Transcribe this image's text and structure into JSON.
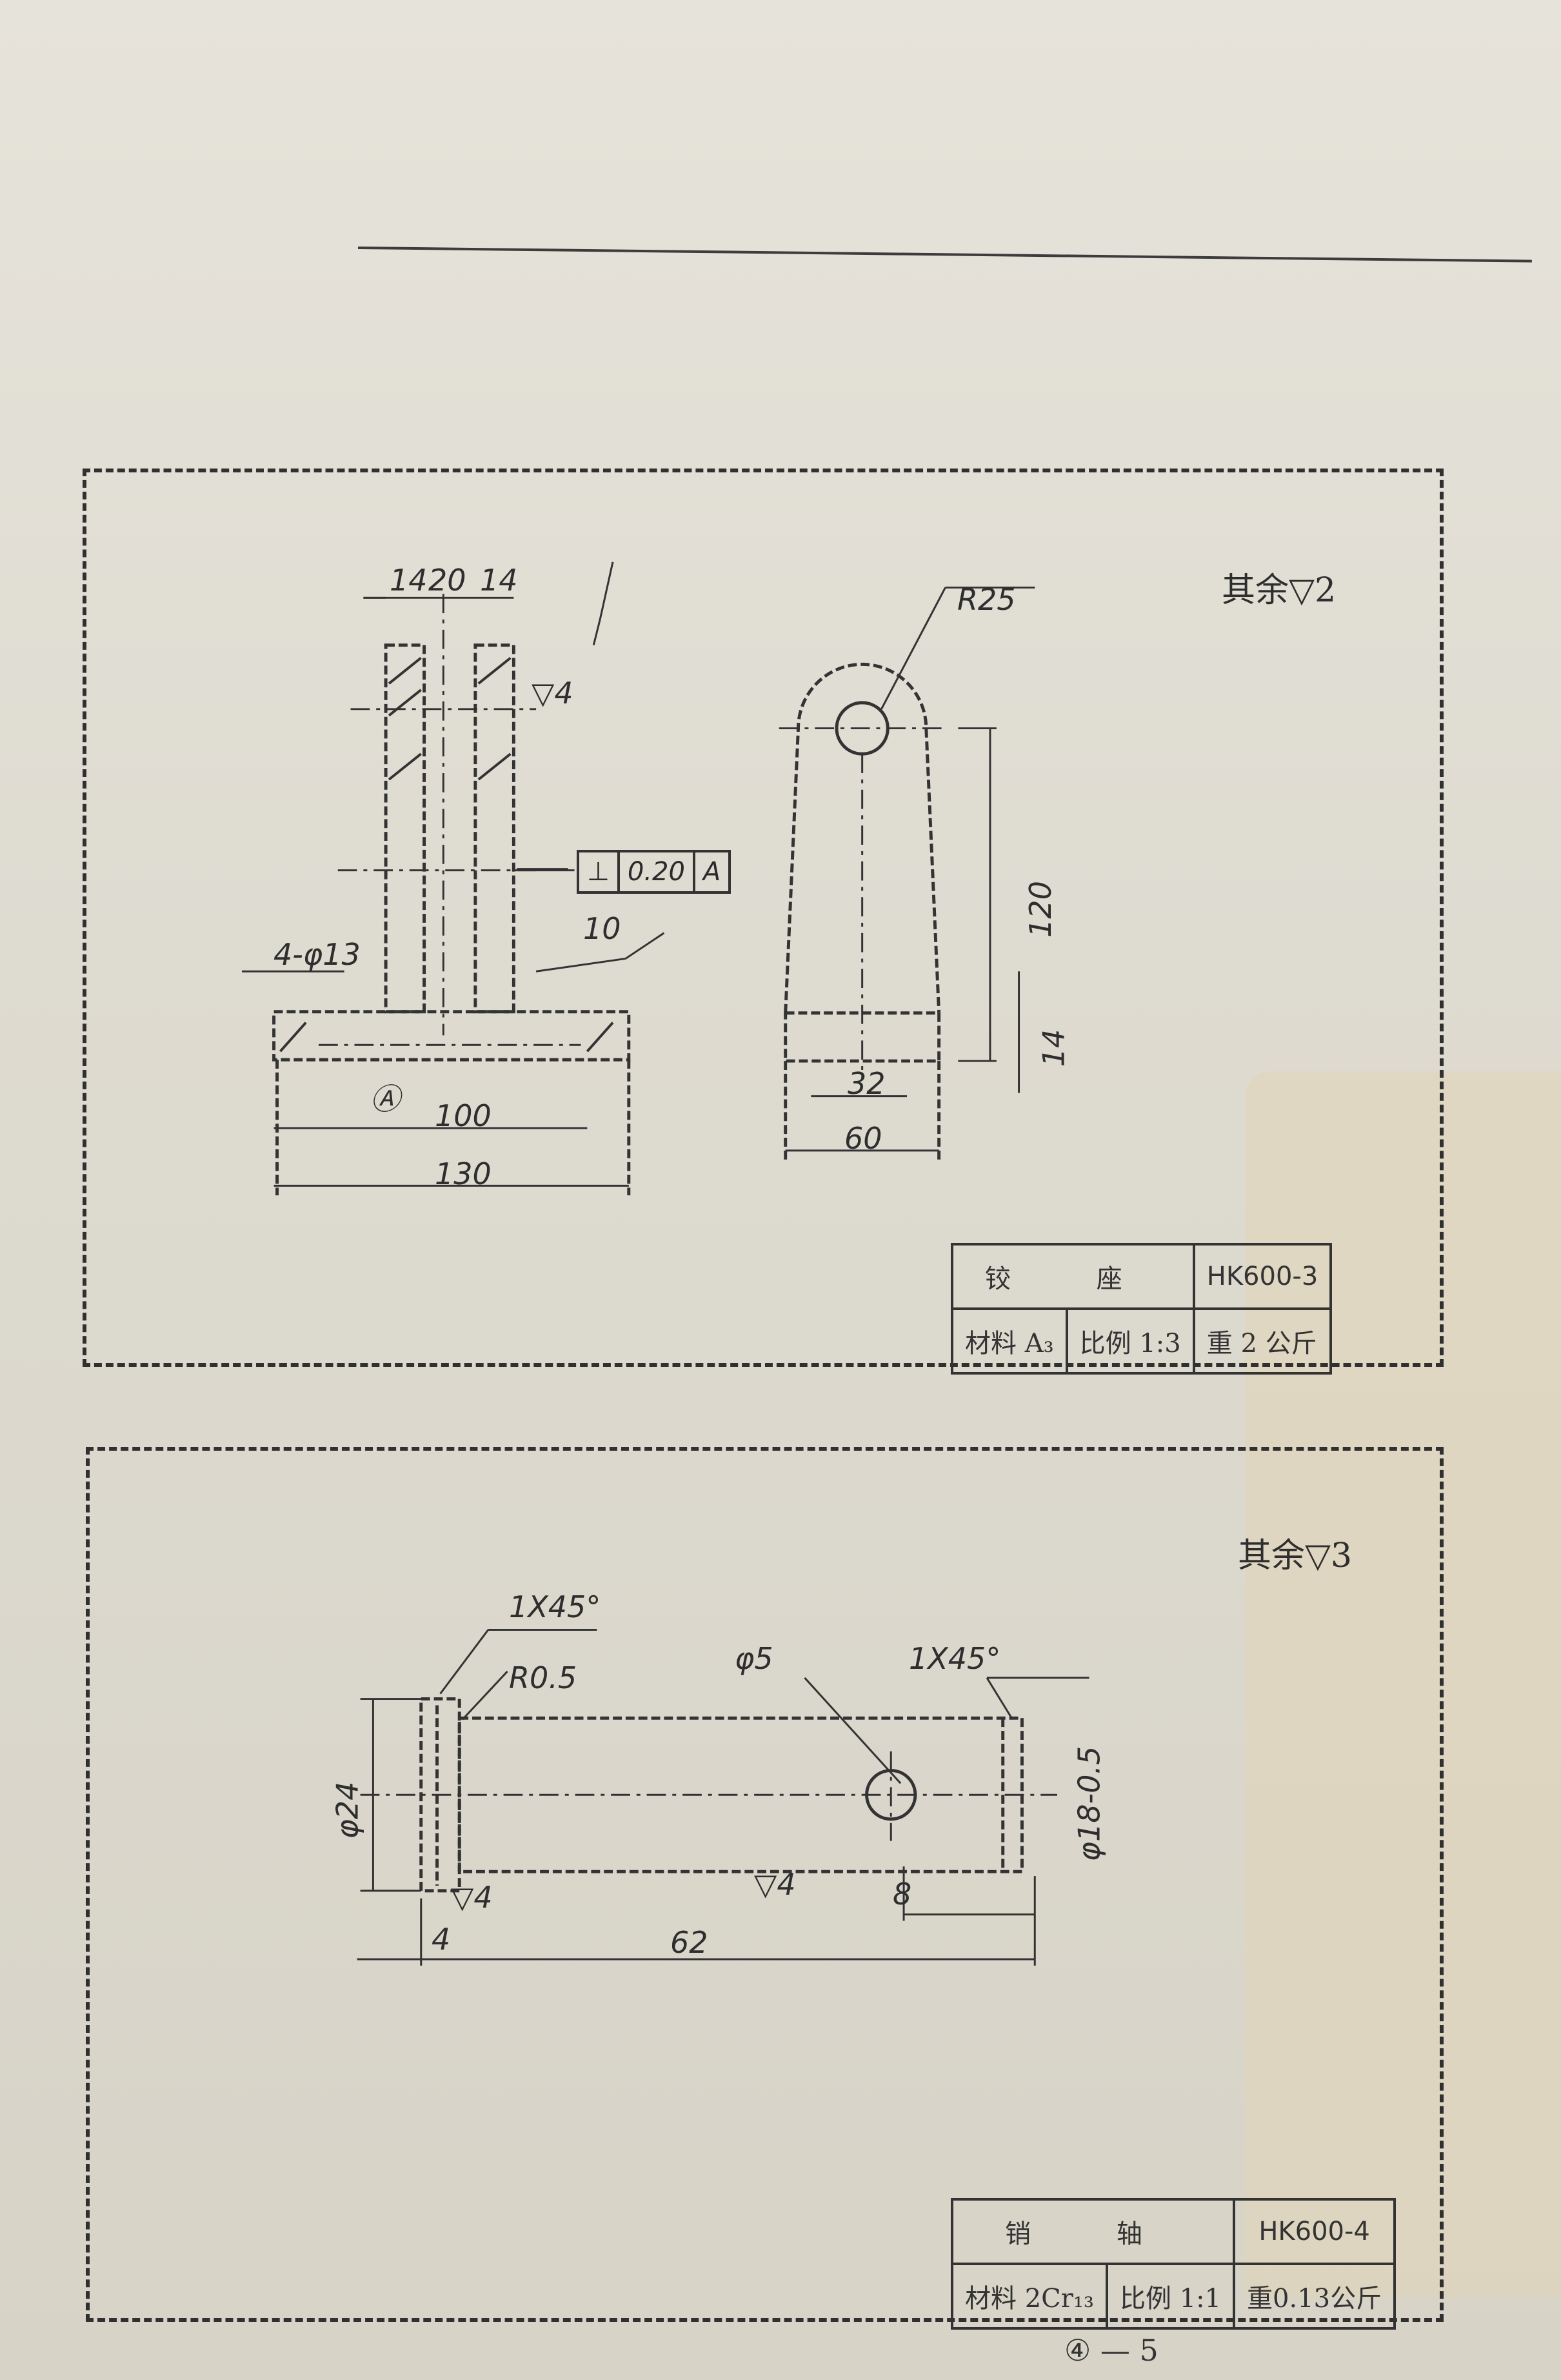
{
  "part1": {
    "surface_note": "其余▽2",
    "dims": {
      "flange_left": "14",
      "gap": "20",
      "flange_right": "14",
      "radius": "R25",
      "height": "120",
      "base_thickness": "14",
      "holes": "4-φ13",
      "datum": "Ⓐ",
      "hole_spacing": "100",
      "base_length": "130",
      "slot_width": "32",
      "width": "60",
      "roughness_a": "▽4",
      "roughness_b": "10"
    },
    "tolerance_frame": {
      "symbol": "⊥",
      "value": "0.20",
      "datum": "A"
    },
    "title_block": {
      "name": "铰 座",
      "code": "HK600-3",
      "material": "材料 A₃",
      "scale": "比例 1:3",
      "weight": "重 2 公斤"
    }
  },
  "part2": {
    "surface_note": "其余▽3",
    "dims": {
      "chamfer_left": "1X45°",
      "radius": "R0.5",
      "hole": "φ5",
      "chamfer_right": "1X45°",
      "diameter": "φ24",
      "shaft_dia": "φ18-0.5",
      "roughness": "▽4",
      "roughness_b": "▽4",
      "head": "4",
      "hole_pos": "8",
      "length": "62"
    },
    "title_block": {
      "name": "销 轴",
      "code": "HK600-4",
      "material": "材料 2Cr₁₃",
      "scale": "比例 1:1",
      "weight": "重0.13公斤"
    }
  },
  "page_number": "④ — 5"
}
